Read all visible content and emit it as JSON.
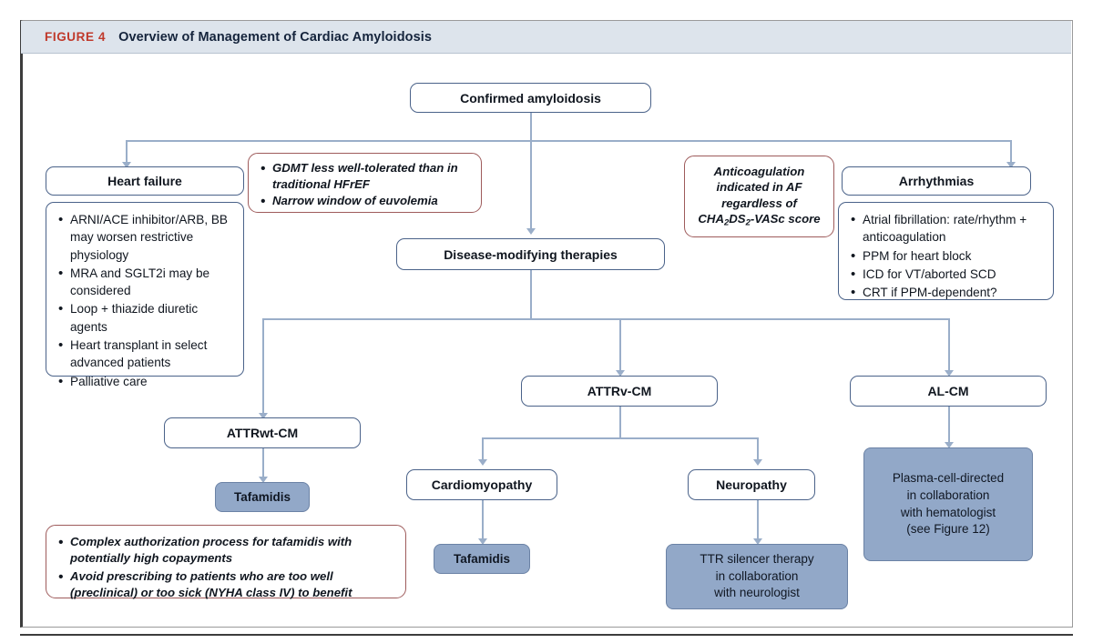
{
  "figure": {
    "label": "FIGURE 4",
    "title": "Overview of Management of Cardiac Amyloidosis",
    "accent_red": "#c0392b",
    "header_bg": "#dde4ec",
    "node_outline": "#4a6289",
    "node_fill": "#92a8c8",
    "callout_outline": "#9e5b5b",
    "connector": "#9aaec9"
  },
  "nodes": {
    "root": "Confirmed amyloidosis",
    "heart_failure": "Heart failure",
    "arrhythmias": "Arrhythmias",
    "dmt": "Disease-modifying therapies",
    "attrwt": "ATTRwt-CM",
    "attrv": "ATTRv-CM",
    "alcm": "AL-CM",
    "cardiomyopathy": "Cardiomyopathy",
    "neuropathy": "Neuropathy",
    "tafamidis_wt": "Tafamidis",
    "tafamidis_v": "Tafamidis",
    "ttr_silencer": "TTR silencer therapy\nin collaboration\nwith neurologist",
    "plasma_cell": "Plasma-cell-directed\nin collaboration\nwith hematologist\n(see Figure 12)"
  },
  "lists": {
    "heart_failure_items": [
      "ARNI/ACE inhibitor/ARB, BB may worsen restrictive physiology",
      "MRA and SGLT2i may be considered",
      "Loop + thiazide diuretic agents",
      "Heart transplant in select advanced patients",
      "Palliative care"
    ],
    "arrhythmias_items": [
      "Atrial fibrillation: rate/rhythm + anticoagulation",
      "PPM for heart block",
      "ICD for VT/aborted SCD",
      "CRT if PPM-dependent?"
    ],
    "gdmt_callout_items": [
      "GDMT less well-tolerated than in traditional HFrEF",
      "Narrow window of euvolemia"
    ],
    "tafamidis_callout_items": [
      "Complex authorization process for tafamidis with potentially high copayments",
      "Avoid prescribing to patients who are too well (preclinical) or too sick (NYHA class IV) to benefit"
    ]
  },
  "callouts": {
    "anticoagulation_line1": "Anticoagulation",
    "anticoagulation_line2": "indicated in AF",
    "anticoagulation_line3": "regardless of",
    "anticoagulation_line4_a": "CHA",
    "anticoagulation_line4_sub1": "2",
    "anticoagulation_line4_b": "DS",
    "anticoagulation_line4_sub2": "2",
    "anticoagulation_line4_c": "-VASc score"
  }
}
